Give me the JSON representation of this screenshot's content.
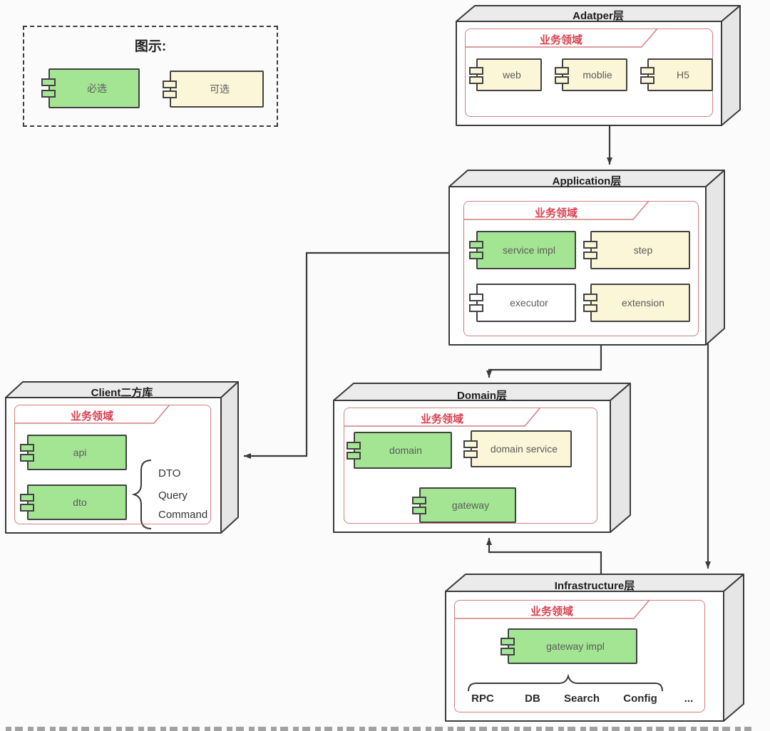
{
  "frame_label": "业务领域",
  "colors": {
    "required_green": "#a3e593",
    "optional_yellow": "#fbf6d8",
    "frame_border": "#d47f7f",
    "frame_text": "#d8414e",
    "line": "#3b3b3b"
  },
  "legend": {
    "title": "图示:",
    "required": "必选",
    "optional": "可选"
  },
  "adapter": {
    "title": "Adatper层",
    "web": "web",
    "moblie": "moblie",
    "h5": "H5"
  },
  "application": {
    "title": "Application层",
    "service_impl": "service impl",
    "step": "step",
    "executor": "executor",
    "extension": "extension"
  },
  "client": {
    "title": "Client二方库",
    "api": "api",
    "dto": "dto",
    "dto_types": {
      "dto": "DTO",
      "query": "Query",
      "command": "Command"
    }
  },
  "domain": {
    "title": "Domain层",
    "domain": "domain",
    "domain_service": "domain service",
    "gateway": "gateway"
  },
  "infrastructure": {
    "title": "Infrastructure层",
    "gateway_impl": "gateway impl",
    "impls": {
      "rpc": "RPC",
      "db": "DB",
      "search": "Search",
      "config": "Config",
      "more": "..."
    }
  }
}
